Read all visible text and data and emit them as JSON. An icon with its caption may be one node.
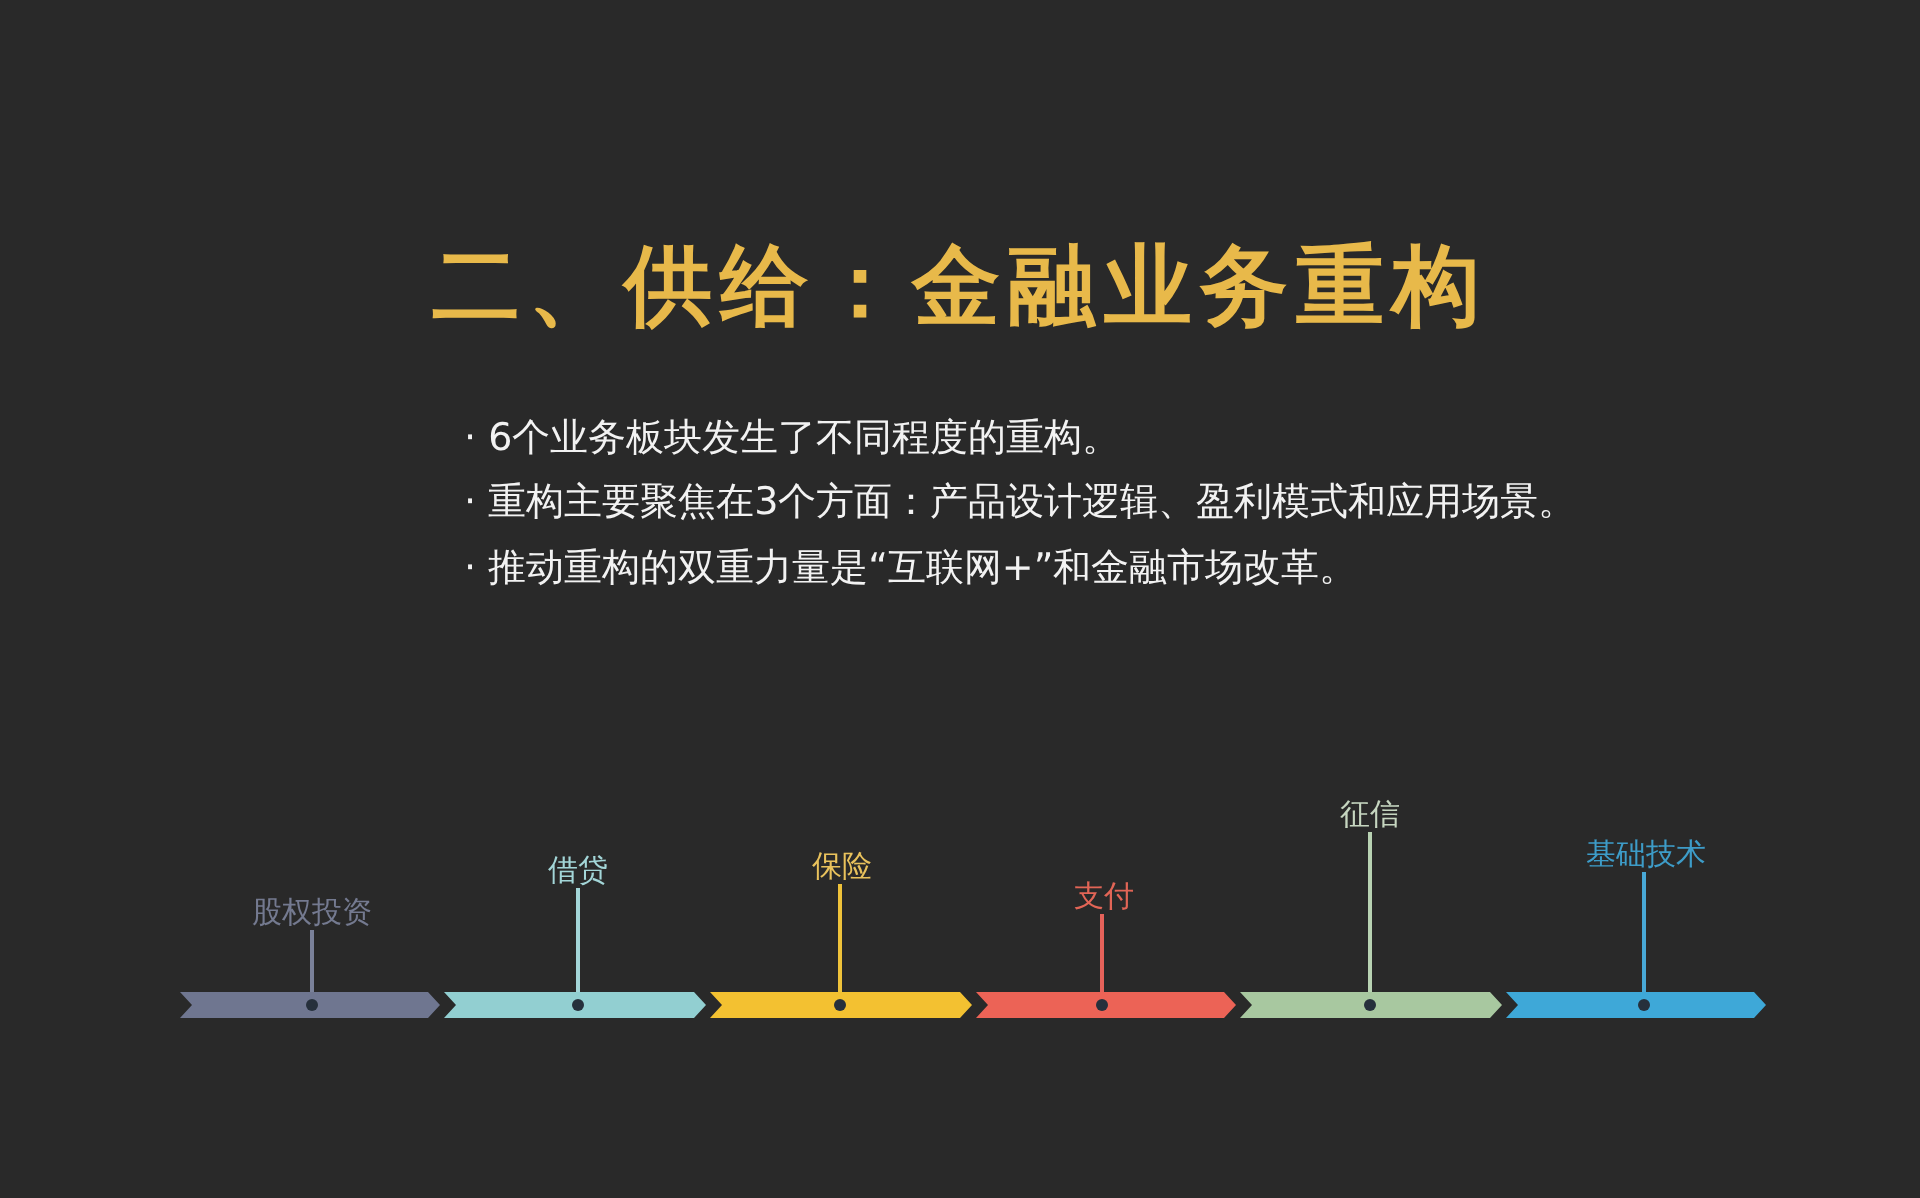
{
  "diagram": {
    "title": "二、供给：金融业务重构",
    "nodes": [
      {
        "text": [
          "股权投资"
        ]
      },
      {
        "text": [],
        "shape": "chevron"
      },
      {
        "text": [
          "借贷"
        ]
      },
      {
        "text": [],
        "shape": "chevron"
      },
      {
        "text": [
          "保险"
        ]
      },
      {
        "text": [],
        "shape": "chevron"
      },
      {
        "text": [
          "支付"
        ]
      },
      {
        "text": [],
        "shape": "chevron"
      },
      {
        "text": [
          "征信"
        ]
      },
      {
        "text": [],
        "shape": "chevron"
      },
      {
        "text": [
          "基础技术"
        ]
      },
      {
        "text": [],
        "shape": "chevron"
      }
    ],
    "edges": [
      {
        "from": 0,
        "to": 1,
        "arrow": "other",
        "color": "#7a8199"
      },
      {
        "from": 2,
        "to": 3,
        "arrow": "other",
        "color": "#a3d6d8"
      },
      {
        "from": 4,
        "to": 5,
        "arrow": "other",
        "color": "#efc23a"
      },
      {
        "from": 6,
        "to": 7,
        "arrow": "other",
        "color": "#e5625a"
      },
      {
        "from": 8,
        "to": 9,
        "arrow": "other",
        "color": "#b8d2b2"
      },
      {
        "from": 10,
        "to": 11,
        "arrow": "other",
        "color": "#48a8d6"
      }
    ],
    "labels": [
      "· 6个业务板块发生了不同程度的重构。",
      "· 重构主要聚焦在3个方面：产品设计逻辑、盈利模式和应用场景。",
      "· 推动重构的双重力量是“互联网+”和金融市场改革。"
    ]
  }
}
